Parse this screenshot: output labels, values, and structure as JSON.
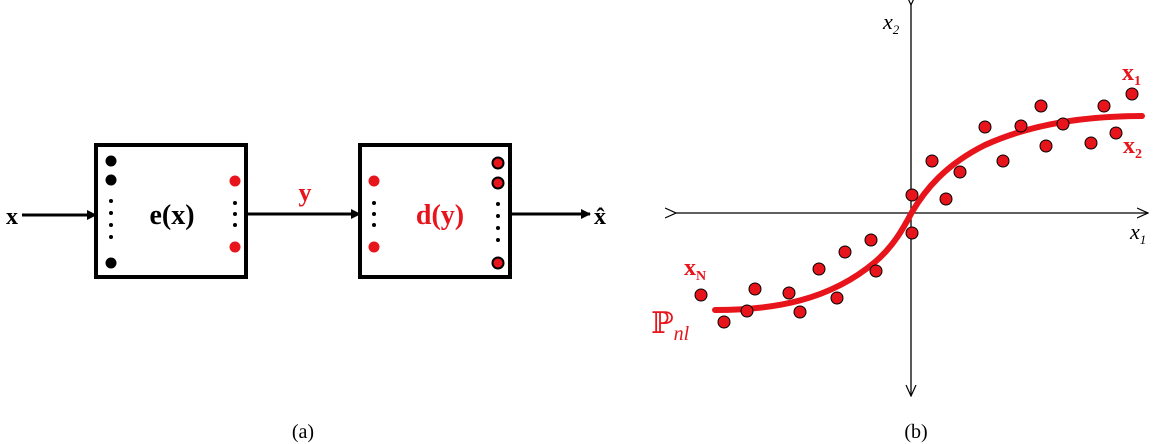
{
  "figure_a": {
    "caption": "(a)",
    "input_label": "x",
    "encoder_label": "e(x)",
    "latent_label": "y",
    "decoder_label": "d(y)",
    "output_label": "x̂",
    "colors": {
      "red": "#e8141b",
      "black": "#000000"
    }
  },
  "figure_b": {
    "caption": "(b)",
    "x_axis_label_base": "x",
    "x_axis_label_sub": "1",
    "y_axis_label_base": "x",
    "y_axis_label_sub": "2",
    "point_x1_base": "x",
    "point_x1_sub": "1",
    "point_x2_base": "x",
    "point_x2_sub": "2",
    "point_xN_base": "x",
    "point_xN_sub": "N",
    "manifold_base": "ℙ",
    "manifold_sub": "nl",
    "curve_color": "#e8141b",
    "point_fill": "#e8141b"
  }
}
